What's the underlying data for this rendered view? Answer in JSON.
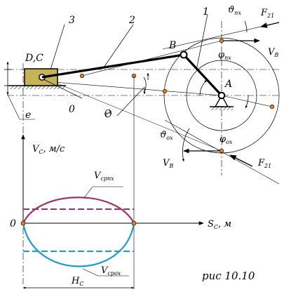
{
  "figure": {
    "caption": "рис 10.10"
  },
  "mechanism": {
    "labels": {
      "link_1": "1",
      "link_2": "2",
      "link_3": "3",
      "point_dc": "D,C",
      "point_b": "B",
      "point_a": "A",
      "point_o": "0",
      "offset_e": "e",
      "angle_theta": "Θ"
    },
    "angles": {
      "phi_pkh": {
        "main": "φ",
        "sub": "пх"
      },
      "phi_okh": {
        "main": "φ",
        "sub": "ох"
      },
      "theta_pkh": {
        "main": "ϑ",
        "sub": "пх"
      },
      "theta_okh": {
        "main": "ϑ",
        "sub": "ох"
      }
    },
    "forces": {
      "f21_top": {
        "main": "F",
        "sub": "21"
      },
      "f21_bottom": {
        "main": "F",
        "sub": "21"
      },
      "vb_top": {
        "main": "V",
        "sub": "B"
      },
      "vb_bottom": {
        "main": "V",
        "sub": "B"
      }
    }
  },
  "graph": {
    "y_axis": {
      "main": "V",
      "sub": "C",
      "unit": ", м/с"
    },
    "x_axis": {
      "main": "S",
      "sub": "C",
      "unit": ", м"
    },
    "origin": "0",
    "stroke_label": {
      "main": "H",
      "sub": "C"
    },
    "v_avg_forward": {
      "main": "V",
      "sub": "српх"
    },
    "v_avg_return": {
      "main": "V",
      "sub": "срох"
    },
    "colors": {
      "forward": "#a0306e",
      "return": "#1a9bd7",
      "forward_avg": "#a0306e",
      "return_avg": "#1a9bd7",
      "marker": "#e8801a"
    }
  }
}
